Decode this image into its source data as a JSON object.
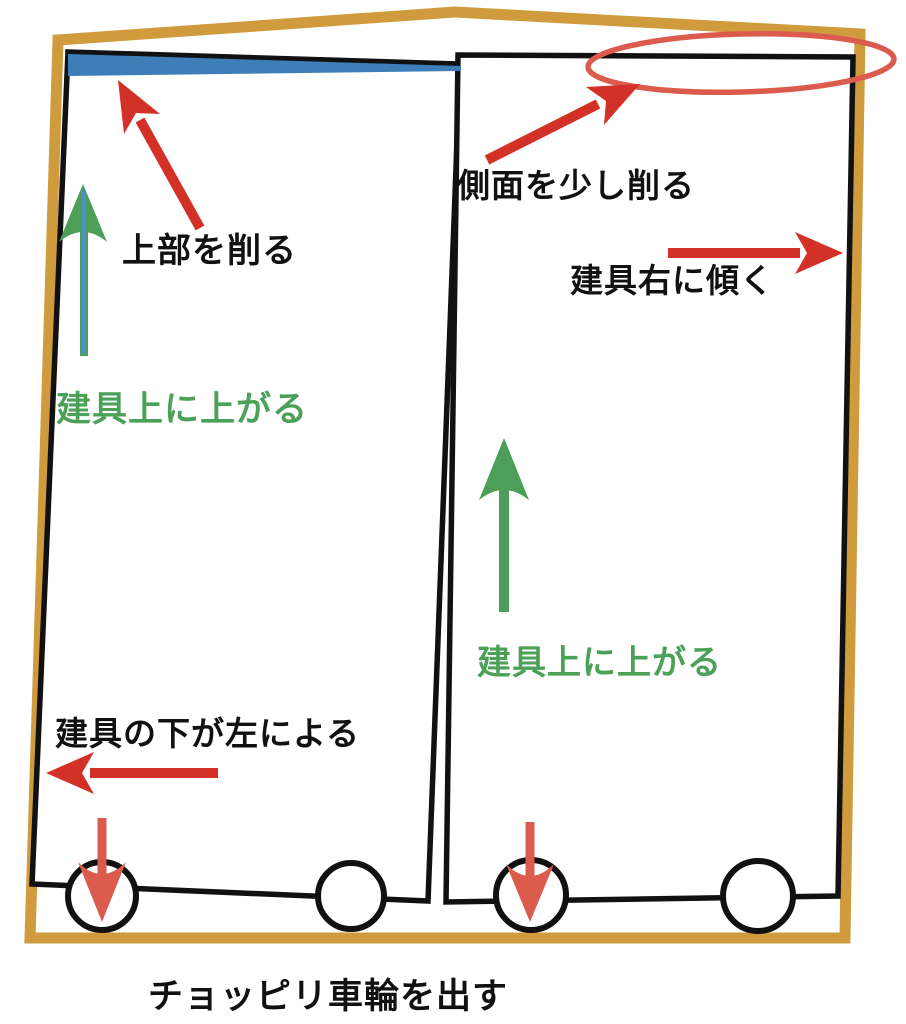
{
  "colors": {
    "frame": "#CF9B3D",
    "outline": "#111111",
    "door_fill": "#ffffff",
    "shave_fill": "#3D7EB8",
    "arrow_red": "#D33027",
    "arrow_salmon": "#DB5B4D",
    "ellipse_red": "#DB5B4D",
    "arrow_green": "#4C9E58",
    "arrow_blue_core": "#4A8FD3",
    "text_black": "#111111",
    "text_green": "#4BA158"
  },
  "labels": {
    "shave_top": "上部を削る",
    "shave_side": "側面を少し削る",
    "tilt_right": "建具右に傾く",
    "door_up_left": "建具上に上がる",
    "door_up_right": "建具上に上がる",
    "bottom_shifts_left": "建具の下が左による",
    "wheels_out": "チョッピリ車輪を出す"
  }
}
